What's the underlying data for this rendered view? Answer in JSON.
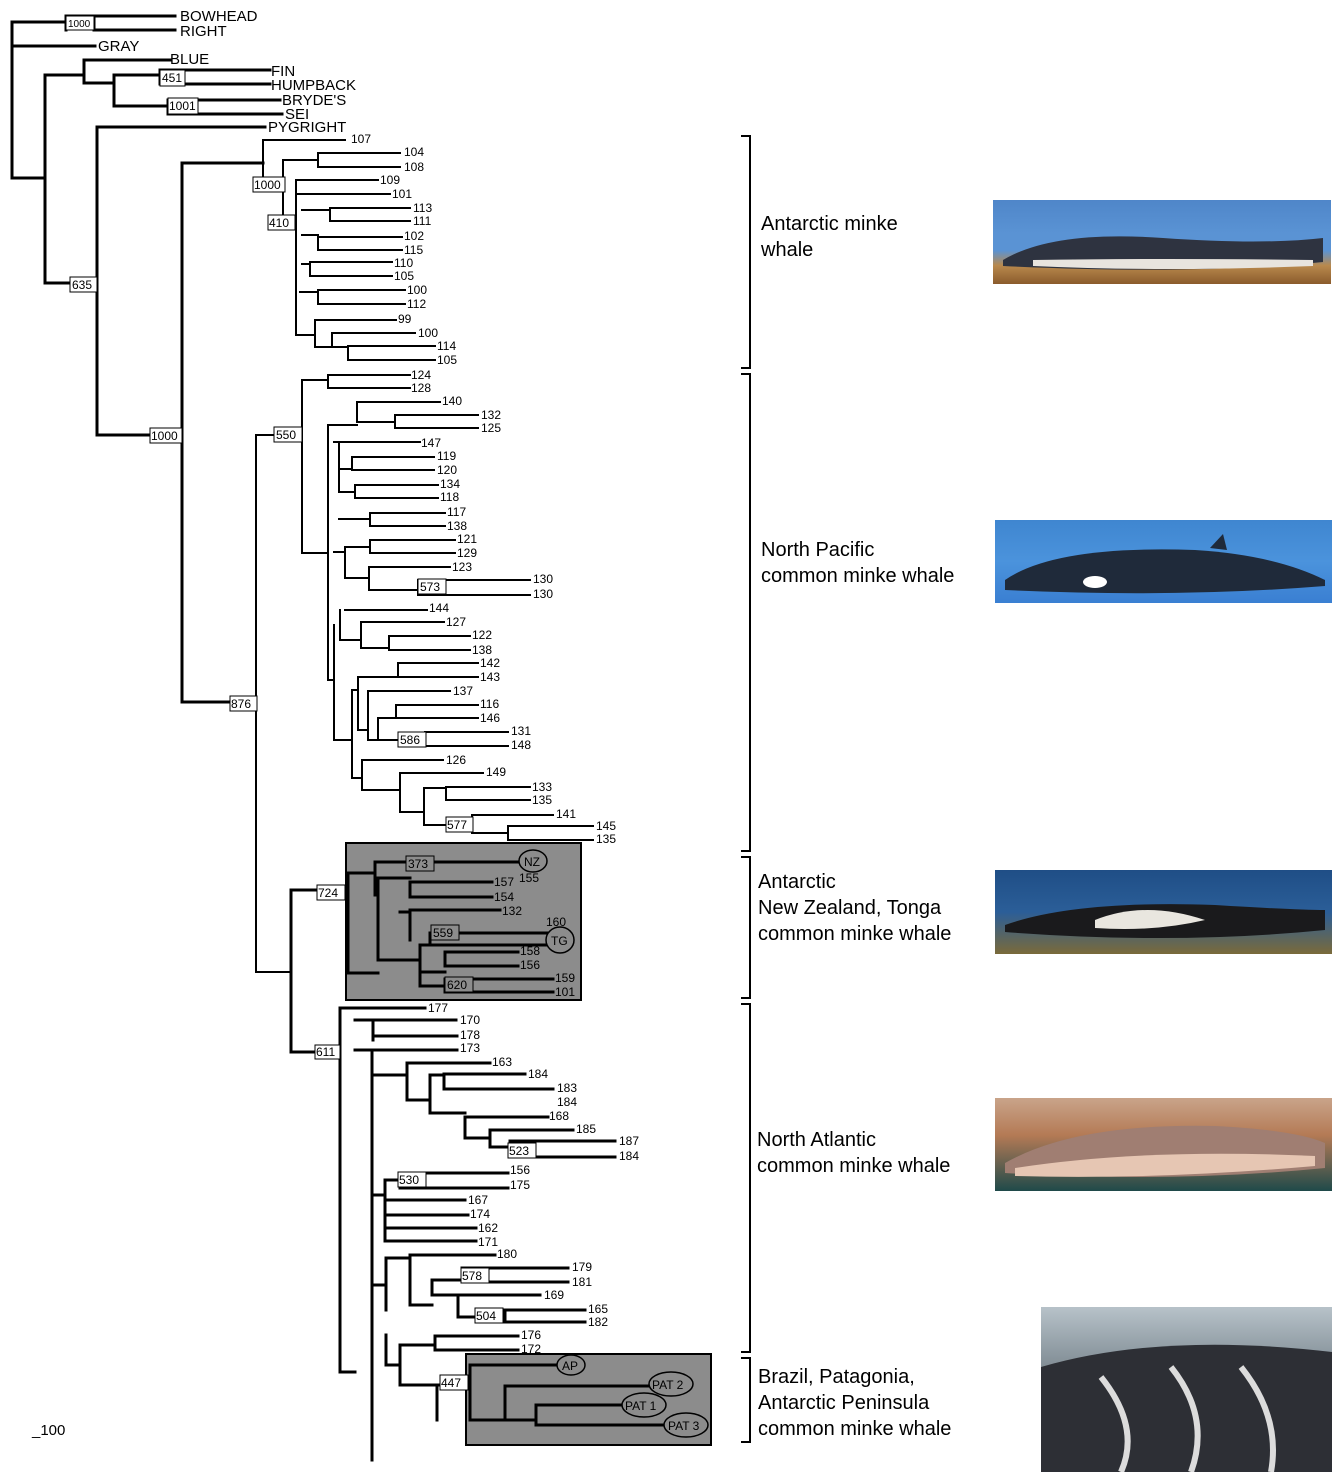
{
  "taxa": {
    "bowhead": "BOWHEAD",
    "right": "RIGHT",
    "gray": "GRAY",
    "blue": "BLUE",
    "fin": "FIN",
    "humpback": "HUMPBACK",
    "brydes": "BRYDE'S",
    "sei": "SEI",
    "pygright": "PYGRIGHT"
  },
  "bootstrap": {
    "b1000a": "1000",
    "b451": "451",
    "b1001": "1001",
    "b635": "635",
    "b1000b": "1000",
    "b1000c": "1000",
    "b410": "410",
    "b550": "550",
    "b573": "573",
    "b586": "586",
    "b577": "577",
    "b876": "876",
    "b724": "724",
    "b373": "373",
    "b559": "559",
    "b620": "620",
    "b611": "611",
    "b523": "523",
    "b530": "530",
    "b578": "578",
    "b504": "504",
    "b447": "447"
  },
  "haplotypes": {
    "antarctic": [
      "107",
      "104",
      "108",
      "109",
      "101",
      "113",
      "111",
      "102",
      "115",
      "110",
      "105",
      "100",
      "112",
      "99",
      "100",
      "114",
      "105"
    ],
    "north_pacific": [
      "124",
      "128",
      "140",
      "132",
      "125",
      "147",
      "119",
      "120",
      "134",
      "118",
      "117",
      "138",
      "121",
      "129",
      "123",
      "130",
      "130",
      "144",
      "127",
      "122",
      "138",
      "142",
      "143",
      "137",
      "116",
      "146",
      "131",
      "148",
      "126",
      "149",
      "133",
      "135",
      "141",
      "145",
      "135"
    ],
    "nz_tonga": [
      "157",
      "155",
      "154",
      "132",
      "160",
      "158",
      "156",
      "159",
      "101"
    ],
    "north_atlantic": [
      "177",
      "170",
      "178",
      "173",
      "163",
      "184",
      "183",
      "184",
      "168",
      "185",
      "187",
      "184",
      "156",
      "175",
      "167",
      "174",
      "162",
      "171",
      "180",
      "179",
      "181",
      "169",
      "165",
      "182",
      "176",
      "172"
    ]
  },
  "ovals": {
    "nz": "NZ",
    "tg": "TG",
    "ap": "AP",
    "pat2": "PAT 2",
    "pat1": "PAT 1",
    "pat3": "PAT 3"
  },
  "clades": {
    "antarctic": "Antarctic minke\nwhale",
    "north_pacific": "North Pacific\ncommon minke whale",
    "nz_tonga": "Antarctic\nNew Zealand, Tonga\ncommon minke whale",
    "north_atlantic": "North Atlantic\ncommon minke whale",
    "south_america": "Brazil, Patagonia,\nAntarctic Peninsula\ncommon minke whale"
  },
  "scale_bar": "100",
  "colors": {
    "shaded_box": "#8c8c8c",
    "line": "#000000"
  }
}
